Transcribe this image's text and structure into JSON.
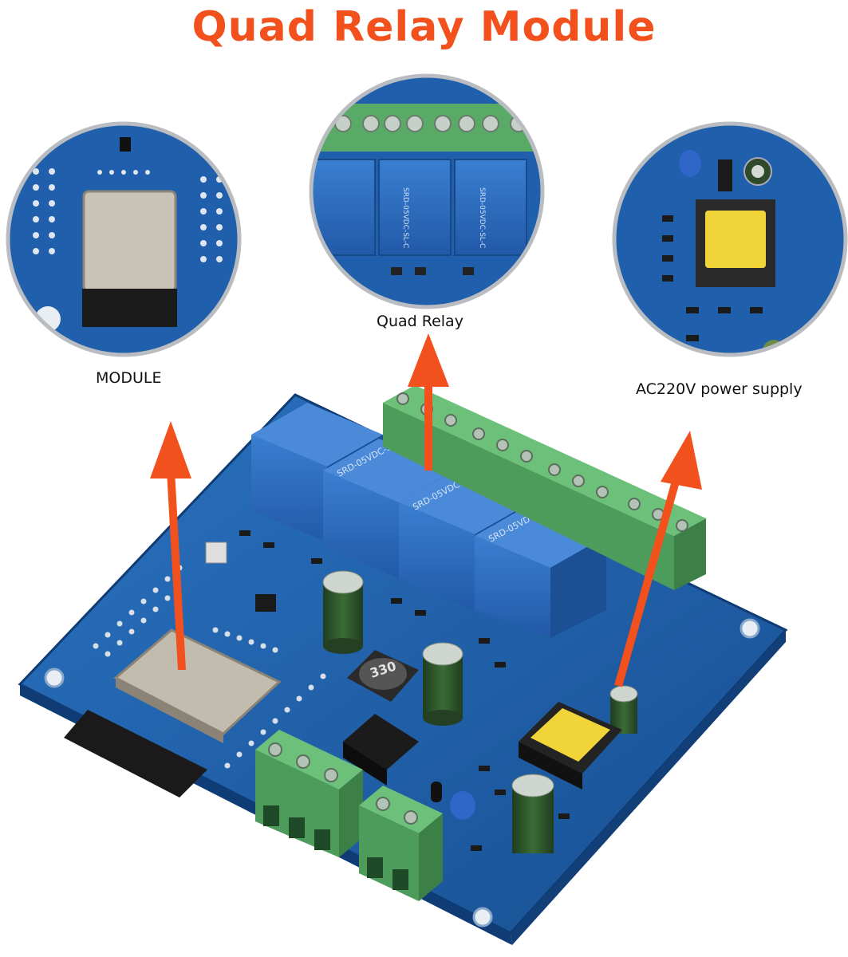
{
  "title": "Quad Relay Module",
  "captions": {
    "module": "MODULE",
    "relay": "Quad Relay",
    "power": "AC220V power supply"
  },
  "relay_marking": "SRD-05VDC-SL-C",
  "inductor_marking": "330",
  "colors": {
    "title": "#f2501c",
    "arrow": "#f2501c",
    "pcb": "#1d5fa8",
    "relay": "#2f6fc0",
    "terminal": "#5cae6a",
    "transformer": "#f0d43a"
  }
}
